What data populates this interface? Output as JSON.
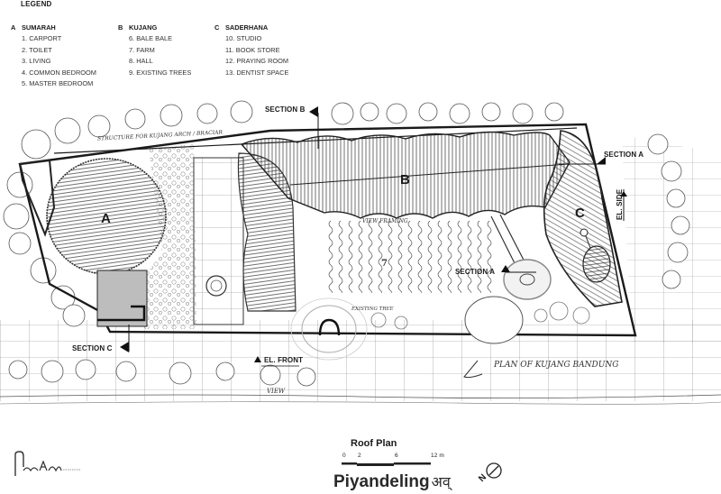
{
  "legend": {
    "title": "LEGEND",
    "groups": [
      {
        "letter": "A",
        "name": "SUMARAH",
        "items": [
          "1. CARPORT",
          "2. TOILET",
          "3. LIVING",
          "4. COMMON BEDROOM",
          "5. MASTER BEDROOM"
        ]
      },
      {
        "letter": "B",
        "name": "KUJANG",
        "items": [
          "6. BALE BALE",
          "7. FARM",
          "8. HALL",
          "9. EXISTING TREES"
        ]
      },
      {
        "letter": "C",
        "name": "SADERHANA",
        "items": [
          "10. STUDIO",
          "11. BOOK STORE",
          "12. PRAYING ROOM",
          "13. DENTIST SPACE"
        ]
      }
    ]
  },
  "plan": {
    "zones": {
      "a": "A",
      "b": "B",
      "c": "C"
    },
    "section_markers": {
      "section_b": "SECTION B",
      "section_a_right": "SECTION A",
      "section_a_mid": "SECTION A",
      "section_c": "SECTION C",
      "el_front": "EL. FRONT",
      "el_side": "EL. SIDE"
    },
    "handwritten_notes": {
      "top_note": "STRUCTURE FOR KUJANG ARCH / BRACIAR",
      "view_framing": "VIEW FRAMING",
      "existing_tree": "EXISTING TREE",
      "plan_caption": "PLAN OF KUJANG BANDUNG",
      "view_bottom": "VIEW",
      "farm_number": "7"
    }
  },
  "title_block": {
    "drawing_title": "Roof Plan",
    "scale_ticks": [
      "0",
      "2",
      "6",
      "12 m"
    ],
    "project_name": "Piyandeling",
    "project_script": "अव्",
    "north_label": "N"
  },
  "colors": {
    "ink": "#1a1a1a",
    "paper": "#ffffff",
    "shade": "#b8b8b8"
  }
}
